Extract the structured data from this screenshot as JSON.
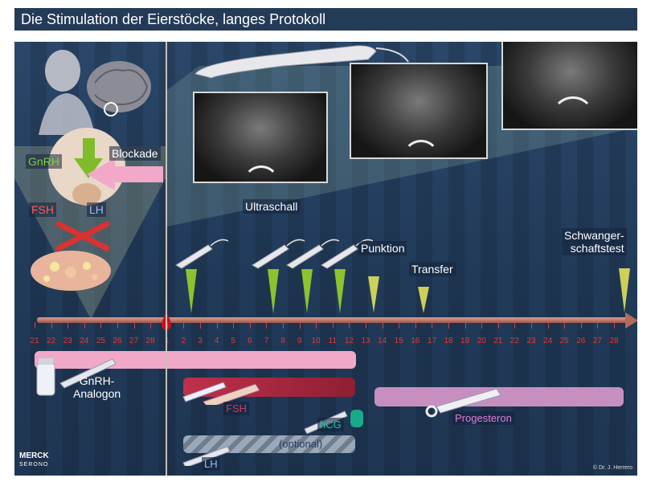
{
  "title": "Die Stimulation der Eierstöcke, langes Protokoll",
  "labels": {
    "gnrh": "GnRH",
    "blockade": "Blockade",
    "fsh_left": "FSH",
    "lh_left": "LH",
    "ultraschall": "Ultraschall",
    "punktion": "Punktion",
    "transfer": "Transfer",
    "schwangerschaftstest_line1": "Schwanger-",
    "schwangerschaftstest_line2": "schaftstest",
    "gnrh_analogon_line1": "GnRH-",
    "gnrh_analogon_line2": "Analogon",
    "fsh_bar": "FSH",
    "hcg": "hCG",
    "progesteron": "Progesteron",
    "optional": "(optional)",
    "lh_bar": "LH"
  },
  "timeline": {
    "days": [
      "21",
      "22",
      "23",
      "24",
      "25",
      "26",
      "27",
      "28",
      "1",
      "2",
      "3",
      "4",
      "5",
      "6",
      "7",
      "8",
      "9",
      "10",
      "11",
      "12",
      "13",
      "14",
      "15",
      "16",
      "17",
      "18",
      "19",
      "20",
      "21",
      "22",
      "23",
      "24",
      "25",
      "26",
      "27",
      "28"
    ]
  },
  "logo": {
    "line1": "MERCK",
    "line2": "SERONO"
  },
  "copyright": "© Dr. J. Herrero",
  "colors": {
    "gnrh_bar": "#f1a9c9",
    "fsh_bar": "#a8243a",
    "hcg": "#1aa98a",
    "progesteron_bar": "#c78fc0",
    "optional_bar": "#9aa8b8",
    "axis": "#b36a5c"
  }
}
